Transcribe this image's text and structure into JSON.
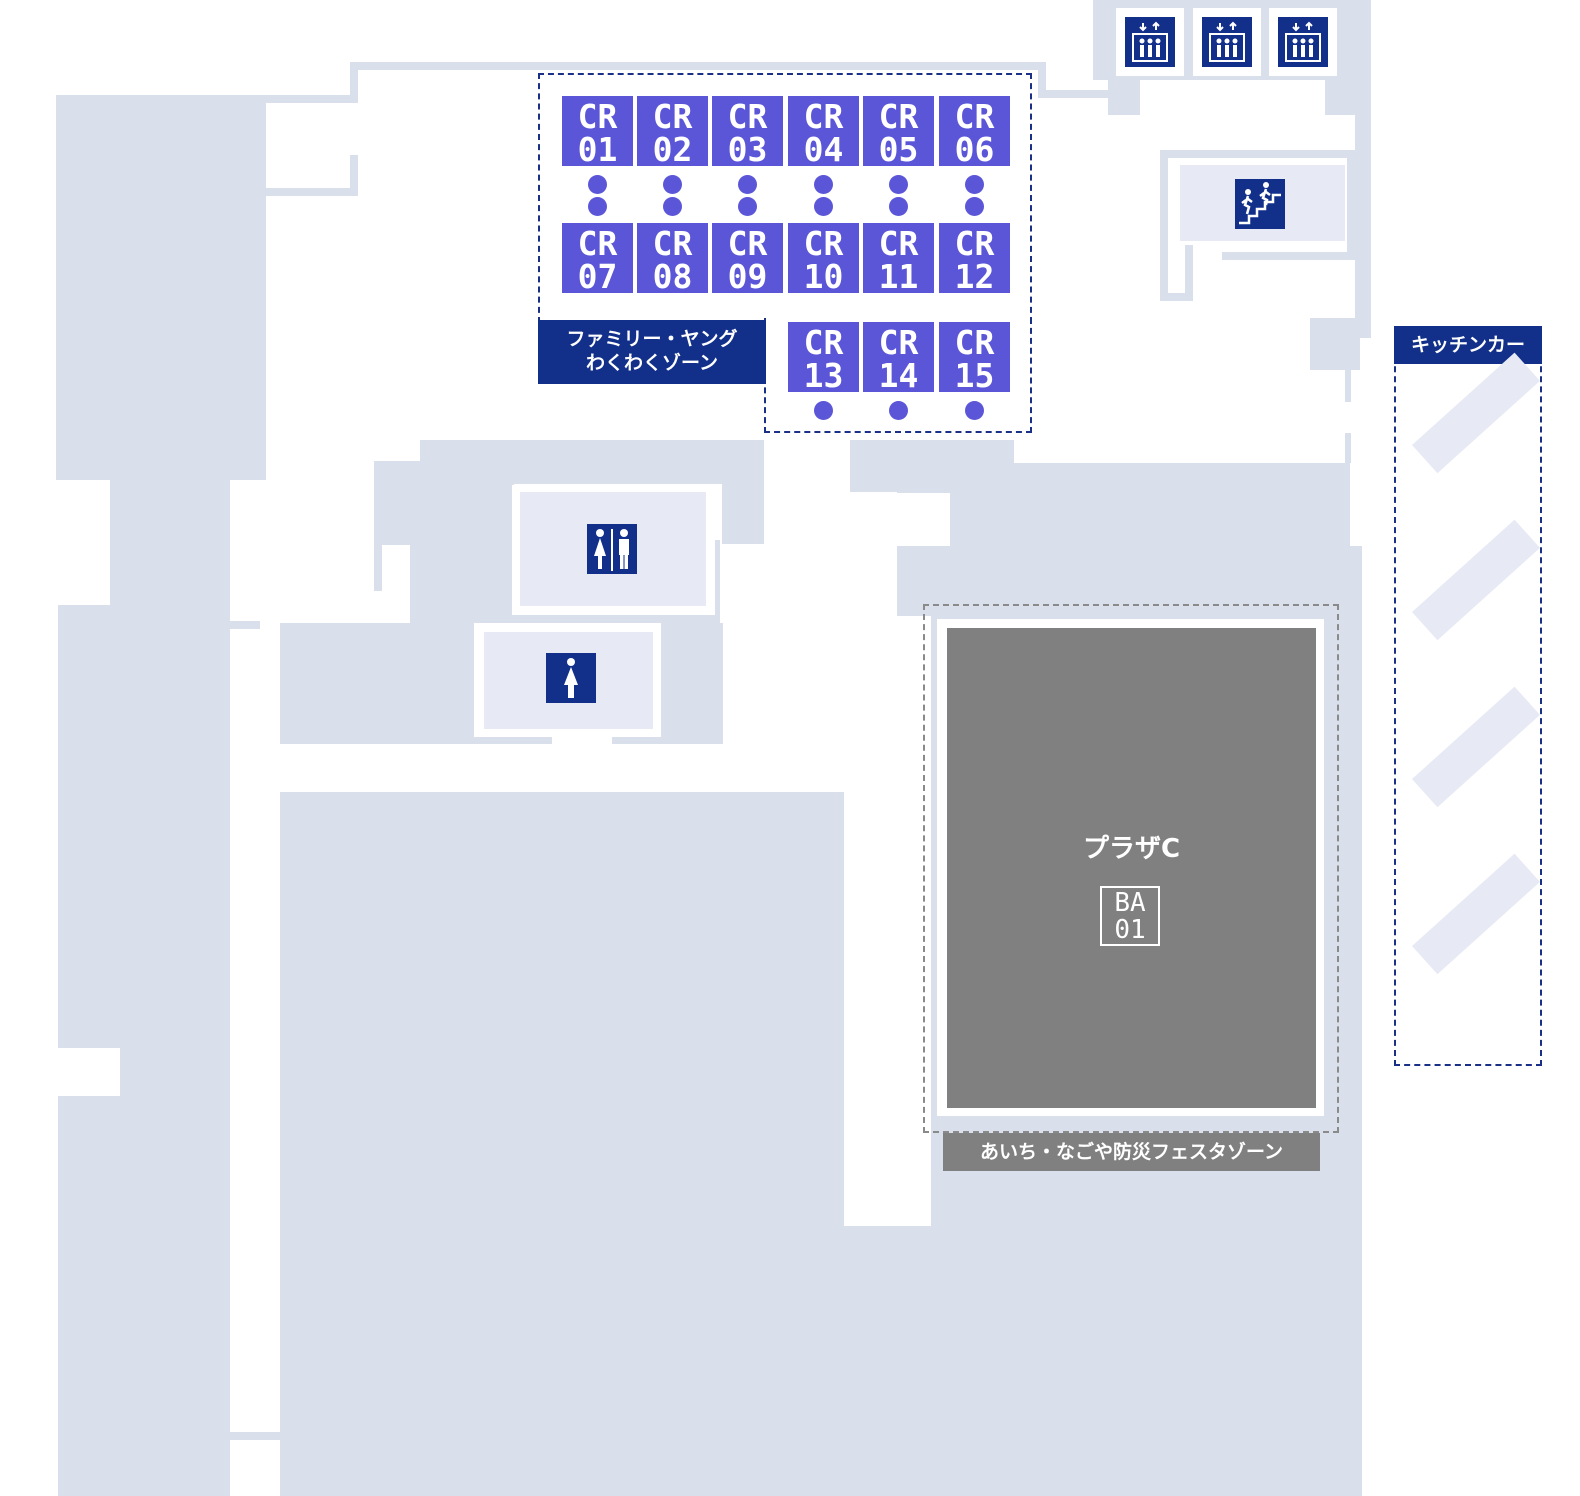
{
  "colors": {
    "wall": "#dadfec",
    "booth": "#5b56d8",
    "navy": "#12308a",
    "plaza": "#808080"
  },
  "booths_top": [
    {
      "code": "CR",
      "num": "01"
    },
    {
      "code": "CR",
      "num": "02"
    },
    {
      "code": "CR",
      "num": "03"
    },
    {
      "code": "CR",
      "num": "04"
    },
    {
      "code": "CR",
      "num": "05"
    },
    {
      "code": "CR",
      "num": "06"
    }
  ],
  "booths_mid": [
    {
      "code": "CR",
      "num": "07"
    },
    {
      "code": "CR",
      "num": "08"
    },
    {
      "code": "CR",
      "num": "09"
    },
    {
      "code": "CR",
      "num": "10"
    },
    {
      "code": "CR",
      "num": "11"
    },
    {
      "code": "CR",
      "num": "12"
    }
  ],
  "booths_bottom": [
    {
      "code": "CR",
      "num": "13"
    },
    {
      "code": "CR",
      "num": "14"
    },
    {
      "code": "CR",
      "num": "15"
    }
  ],
  "zones": {
    "family_line1": "ファミリー・ヤング",
    "family_line2": "わくわくゾーン",
    "kitchen": "キッチンカー",
    "bousai": "あいち・なごや防災フェスタゾーン"
  },
  "plaza": {
    "name": "プラザC",
    "booth_code": "BA",
    "booth_num": "01"
  },
  "icons": {
    "elevator": "elevator-icon",
    "stairs": "stairs-icon",
    "restroom": "restroom-icon",
    "womens": "womens-restroom-icon"
  }
}
